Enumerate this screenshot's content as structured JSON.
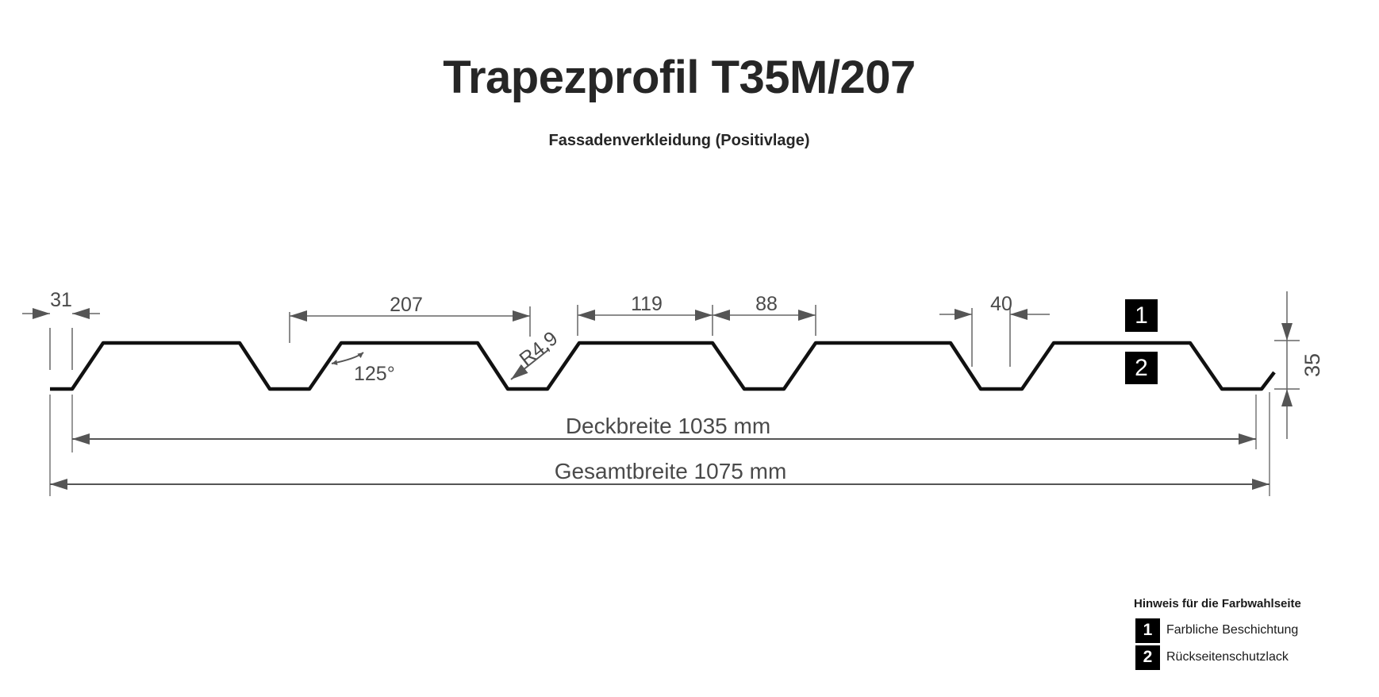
{
  "header": {
    "title": "Trapezprofil T35M/207",
    "subtitle": "Fassadenverkleidung (Positivlage)"
  },
  "drawing": {
    "dimensions": {
      "edge_width": "31",
      "pitch": "207",
      "top_flange": "119",
      "valley_top_gap": "88",
      "bottom_flange": "40",
      "height": "35",
      "angle": "125°",
      "radius": "R4,9",
      "cover_width": "Deckbreite 1035 mm",
      "total_width": "Gesamtbreite 1075 mm"
    },
    "badges": {
      "top_side": "1",
      "back_side": "2"
    },
    "colors": {
      "profile_line": "#111111",
      "dimension_line": "#555555",
      "badge_bg": "#000000"
    }
  },
  "legend": {
    "title": "Hinweis für die Farbwahlseite",
    "items": [
      {
        "number": "1",
        "label": "Farbliche Beschichtung"
      },
      {
        "number": "2",
        "label": "Rückseitenschutzlack"
      }
    ]
  }
}
